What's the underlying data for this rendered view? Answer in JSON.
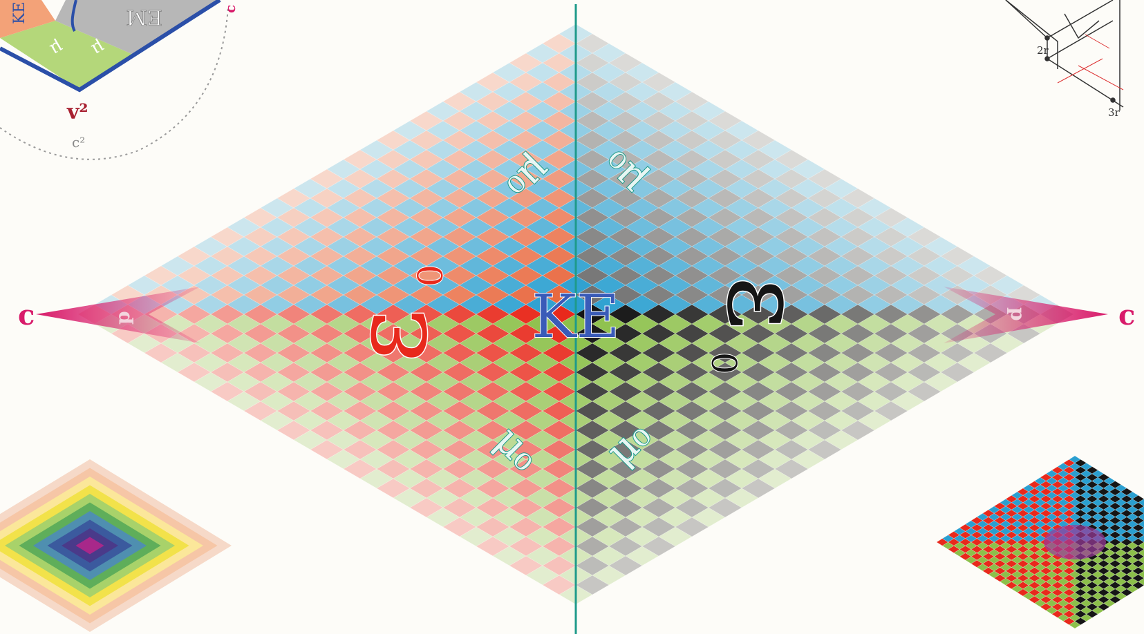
{
  "colors": {
    "background": "#fdfcf8",
    "orange": "#e8643a",
    "blue": "#2a9fd0",
    "green": "#8cc04a",
    "grey": "#6b6b6b",
    "black": "#151515",
    "red": "#e8291c",
    "magenta": "#d81b6a",
    "teal": "#1e9a8a",
    "ke_blue": "#3a5bb8",
    "mu_text": "#e8f6f3"
  },
  "main_diagram": {
    "center_label": "KE",
    "left_epsilon": "ε",
    "left_epsilon_sub": "0",
    "right_epsilon": "ε",
    "right_epsilon_sub": "0",
    "mu_labels": [
      "μ₀",
      "μ₀",
      "μ₀",
      "μ₀"
    ],
    "left_c": "c",
    "right_c": "c",
    "left_p": "p",
    "right_p": "p"
  },
  "top_left_inset": {
    "v_label": "v²",
    "c_label": "c²",
    "c_corner": "c",
    "ke_label": "KE",
    "em_label": "EM",
    "mu_labels": [
      "μ",
      "μ"
    ]
  },
  "top_right_inset": {
    "labels": [
      "2r",
      "3r"
    ]
  },
  "bottom_left_inset": {
    "ring_colors": [
      "#f6d9c8",
      "#f6c6a6",
      "#fbe79a",
      "#f2e24a",
      "#a8d26a",
      "#5fae5a",
      "#4f8fb0",
      "#3b5a9e",
      "#4a3a8a",
      "#a8288a"
    ]
  },
  "bottom_right_inset": {
    "colors": [
      "#e8291c",
      "#2a9fd0",
      "#8cc04a",
      "#151515"
    ]
  }
}
